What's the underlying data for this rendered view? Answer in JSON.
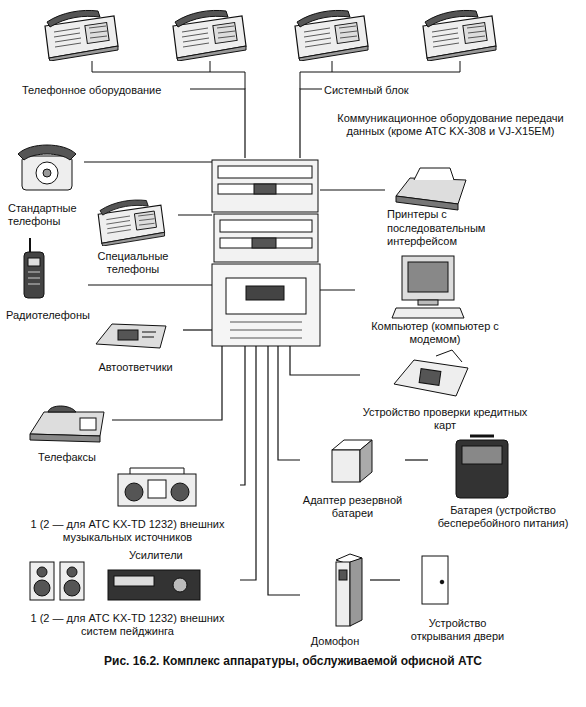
{
  "diagram": {
    "caption": "Рис. 16.2. Комплекс аппаратуры, обслуживаемой офисной АТС",
    "nodes": [
      {
        "text": []
      },
      {
        "text": [
          "Телефонное оборудование"
        ]
      },
      {
        "text": [
          "Системный блок"
        ]
      },
      {
        "text": [
          "Стандартные телефоны"
        ]
      },
      {
        "text": [
          "Специальные телефоны"
        ]
      },
      {
        "text": [
          "Радиотелефоны"
        ]
      },
      {
        "text": [
          "Автоответчики"
        ]
      },
      {
        "text": [
          "Телефаксы"
        ]
      },
      {
        "text": [
          "1 (2 — для АТС KX-TD 1232) внешних музыкальных источников"
        ]
      },
      {
        "text": [
          "Усилители",
          "1 (2 — для АТС KX-TD 1232) внешних систем пейджинга"
        ]
      },
      {
        "text": [
          "Принтеры с последовательным интерфейсом"
        ]
      },
      {
        "text": [
          "Компьютер (компьютер с модемом)"
        ]
      },
      {
        "text": [
          "Устройство проверки кредитных карт"
        ]
      },
      {
        "text": [
          "Адаптер резервной батареи"
        ]
      },
      {
        "text": [
          "Батарея (устройство бесперебойного питания)"
        ]
      },
      {
        "text": [
          "Домофон"
        ]
      },
      {
        "text": [
          "Устройство открывания двери"
        ]
      }
    ],
    "edges": [
      {
        "from": 0,
        "to": 1,
        "arrow": "none"
      },
      {
        "from": 0,
        "to": 2,
        "arrow": "none"
      },
      {
        "from": 0,
        "to": 3,
        "arrow": "none"
      },
      {
        "from": 0,
        "to": 4,
        "arrow": "none"
      },
      {
        "from": 0,
        "to": 5,
        "arrow": "none"
      },
      {
        "from": 0,
        "to": 6,
        "arrow": "none"
      },
      {
        "from": 0,
        "to": 7,
        "arrow": "none"
      },
      {
        "from": 0,
        "to": 8,
        "arrow": "none"
      },
      {
        "from": 0,
        "to": 9,
        "arrow": "none"
      },
      {
        "from": 0,
        "to": 10,
        "arrow": "none"
      },
      {
        "from": 0,
        "to": 11,
        "arrow": "none"
      },
      {
        "from": 0,
        "to": 12,
        "arrow": "none"
      },
      {
        "from": 0,
        "to": 13,
        "arrow": "none"
      },
      {
        "from": 0,
        "to": 15,
        "arrow": "none"
      },
      {
        "from": 13,
        "to": 14,
        "arrow": "none"
      },
      {
        "from": 15,
        "to": 16,
        "arrow": "none"
      }
    ],
    "labels": [
      "Коммуникационное оборудование передачи данных (кроме АТС KX-308 и VJ-X15EM)"
    ]
  }
}
